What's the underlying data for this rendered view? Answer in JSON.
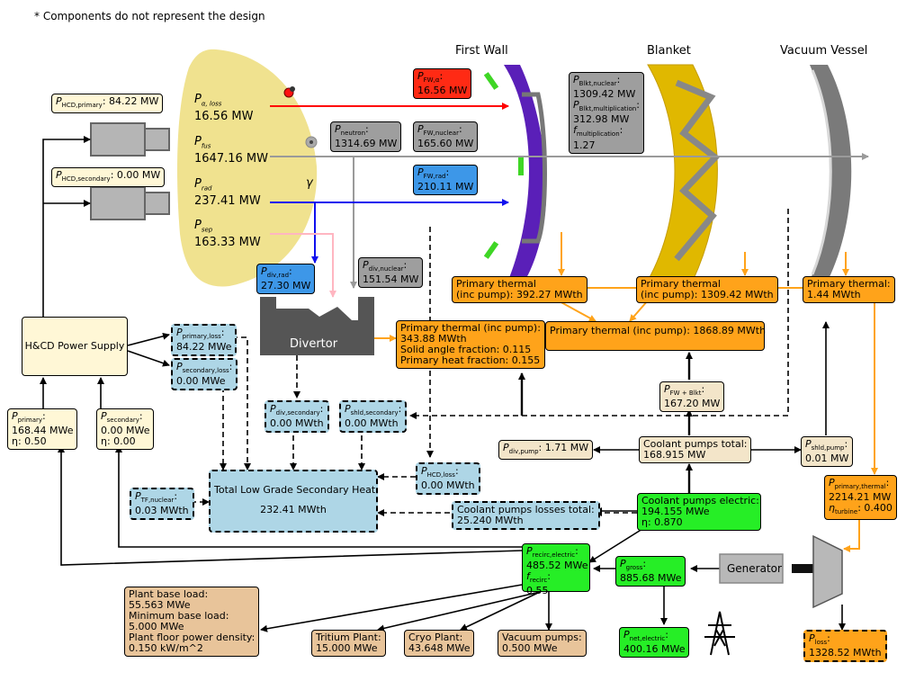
{
  "note": "* Components do not represent the design",
  "labels": {
    "first_wall": "First Wall",
    "blanket": "Blanket",
    "vacuum_vessel": "Vacuum Vessel",
    "gamma": "γ"
  },
  "plasma": {
    "p_alpha_loss": {
      "sym": "P",
      "sub": "α, loss",
      "value": "16.56 MW"
    },
    "p_fus": {
      "sym": "P",
      "sub": "fus",
      "value": "1647.16 MW"
    },
    "p_rad": {
      "sym": "P",
      "sub": "rad",
      "value": "237.41 MW"
    },
    "p_sep": {
      "sym": "P",
      "sub": "sep",
      "value": "163.33 MW"
    }
  },
  "hcd": {
    "primary": {
      "sym": "P",
      "sub": "HCD,primary",
      "value": ": 84.22 MW"
    },
    "secondary": {
      "sym": "P",
      "sub": "HCD,secondary",
      "value": ": 0.00 MW"
    },
    "power_supply": "H&CD Power Supply",
    "p_primary": {
      "sym": "P",
      "sub": "primary",
      "value": ":",
      "l2": "168.44 MWe",
      "l3": "η: 0.50"
    },
    "p_secondary": {
      "sym": "P",
      "sub": "secondary",
      "value": ":",
      "l2": "0.00 MWe",
      "l3": "η: 0.00"
    },
    "primary_loss": {
      "sym": "P",
      "sub": "primary,loss",
      "value": ":",
      "l2": "84.22 MWe"
    },
    "secondary_loss": {
      "sym": "P",
      "sub": "secondary,loss",
      "value": ":",
      "l2": "0.00 MWe"
    },
    "hcd_loss": {
      "sym": "P",
      "sub": "HCD,loss",
      "value": ":",
      "l2": "0.00 MWth"
    }
  },
  "wall": {
    "p_fw_alpha": {
      "sym": "P",
      "sub": "FW,α",
      "value": ":",
      "l2": "16.56 MW"
    },
    "p_neutron": {
      "sym": "P",
      "sub": "neutron",
      "value": ":",
      "l2": "1314.69 MW"
    },
    "p_fw_nuclear": {
      "sym": "P",
      "sub": "FW,nuclear",
      "value": ":",
      "l2": "165.60 MW"
    },
    "p_fw_rad": {
      "sym": "P",
      "sub": "FW,rad",
      "value": ":",
      "l2": "210.11 MW"
    },
    "blkt": {
      "l1_sub": "Blkt,nuclear",
      "l1": ":",
      "l2": "1309.42 MW",
      "l3_sub": "Blkt,multiplication",
      "l3": ":",
      "l4": "312.98 MW",
      "l5_sub": "multiplication",
      "l5": ":",
      "l6": "1.27"
    }
  },
  "divertor": {
    "label": "Divertor",
    "p_div_rad": {
      "sym": "P",
      "sub": "div,rad",
      "value": ":",
      "l2": "27.30 MW"
    },
    "p_div_nuclear": {
      "sym": "P",
      "sub": "div,nuclear",
      "value": ":",
      "l2": "151.54 MW"
    },
    "primary_thermal": {
      "l1": "Primary thermal (inc pump):",
      "l2": "343.88 MWth",
      "l3": "Solid angle fraction: 0.115",
      "l4": "Primary heat fraction: 0.155"
    },
    "p_div_secondary": {
      "sym": "P",
      "sub": "div,secondary",
      "value": ":",
      "l2": "0.00 MWth"
    },
    "p_shld_secondary": {
      "sym": "P",
      "sub": "shld,secondary",
      "value": ":",
      "l2": "0.00 MWth"
    },
    "p_div_pump": {
      "sym": "P",
      "sub": "div,pump",
      "value": ": 1.71 MW"
    }
  },
  "thermal": {
    "fw": {
      "l1": "Primary thermal",
      "l2": "(inc pump): 392.27 MWth"
    },
    "blkt": {
      "l1": "Primary thermal",
      "l2": "(inc pump): 1309.42 MWth"
    },
    "combined": "Primary thermal (inc pump): 1868.89 MWth",
    "vv": {
      "l1": "Primary thermal:",
      "l2": "1.44 MWth"
    },
    "p_fw_blkt": {
      "sym": "P",
      "sub": "FW + Blkt",
      "value": ":",
      "l2": "167.20 MW"
    },
    "coolant_total": {
      "l1": "Coolant pumps total:",
      "l2": "168.915 MW"
    },
    "p_shld_pump": {
      "sym": "P",
      "sub": "shld,pump",
      "value": ":",
      "l2": "0.01 MW"
    },
    "primary_thermal_total": {
      "sym": "P",
      "sub": "primary,thermal",
      "value": ":",
      "l2": "2214.21 MW",
      "l3_sym": "η",
      "l3_sub": "turbine",
      "l3": ": 0.400"
    }
  },
  "secondary_heat": {
    "title": "Total Low Grade Secondary Heat",
    "value": "232.41 MWth"
  },
  "p_tf_nuclear": {
    "sym": "P",
    "sub": "TF,nuclear",
    "value": ":",
    "l2": "0.03 MWth"
  },
  "coolant_losses": {
    "l1": "Coolant pumps losses total:",
    "l2": "25.240 MWth"
  },
  "coolant_electric": {
    "l1": "Coolant pumps electric:",
    "l2": "194.155 MWe",
    "l3": "η: 0.870"
  },
  "recirc": {
    "sym": "P",
    "sub": "recirc,electric",
    "value": ":",
    "l2": "485.52 MWe",
    "l3_sym": "f",
    "l3_sub": "recirc",
    "l3": ":",
    "l4": "0.55"
  },
  "gross": {
    "sym": "P",
    "sub": "gross",
    "value": ":",
    "l2": "885.68 MWe"
  },
  "net": {
    "sym": "P",
    "sub": "net,electric",
    "value": ":",
    "l2": "400.16 MWe"
  },
  "generator": "Generator",
  "loss": {
    "sym": "P",
    "sub": "loss",
    "value": ":",
    "l2": "1328.52 MWth"
  },
  "plant": {
    "l1": "Plant base load:",
    "l2": "55.563 MWe",
    "l3": "Minimum base load:",
    "l4": "5.000 MWe",
    "l5": "Plant floor power density:",
    "l6": "0.150 kW/m^2"
  },
  "tritium": {
    "l1": "Tritium Plant:",
    "l2": "15.000 MWe"
  },
  "cryo": {
    "l1": "Cryo Plant:",
    "l2": "43.648 MWe"
  },
  "vacuum": {
    "l1": "Vacuum pumps:",
    "l2": "0.500 MWe"
  },
  "colors": {
    "red": "#ff2a14",
    "blue": "#1010ee",
    "orange": "#ffa31a",
    "green": "#26ee26",
    "grey": "#9e9e9e",
    "pink": "#ffb6c1",
    "plasma": "#f0e28f",
    "first_wall": "#5a1fb8",
    "blanket": "#e0b800"
  }
}
